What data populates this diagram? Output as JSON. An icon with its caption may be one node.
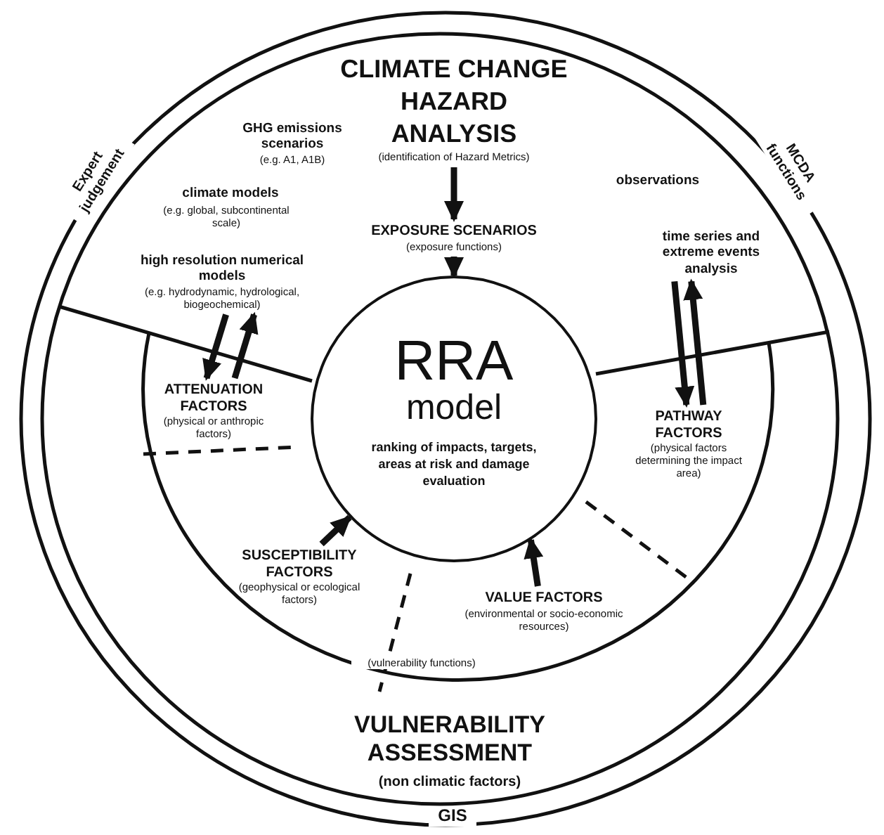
{
  "diagram": {
    "nodes": [
      {
        "text": [
          "CLIMATE CHANGE HAZARD ANALYSIS",
          "(identification of Hazard Metrics)"
        ]
      },
      {
        "text": [
          "EXPOSURE SCENARIOS",
          "(exposure functions)"
        ]
      },
      {
        "text": [
          "RRA",
          "model",
          "ranking of impacts, targets, areas at risk and damage evaluation"
        ]
      },
      {
        "text": [
          "high resolution numerical models",
          "(e.g. hydrodynamic, hydrological, biogeochemical)"
        ]
      },
      {
        "text": [
          "ATTENUATION FACTORS",
          "(physical or anthropic factors)"
        ]
      },
      {
        "text": [
          "time series and extreme events analysis"
        ]
      },
      {
        "text": [
          "PATHWAY FACTORS",
          "(physical factors determining the impact area)"
        ]
      },
      {
        "text": [
          "SUSCEPTIBILITY FACTORS",
          "(geophysical or ecological factors)"
        ]
      },
      {
        "text": [
          "VALUE FACTORS",
          "(environmental or socio-economic resources)"
        ]
      }
    ],
    "edges": [
      {
        "from": 0,
        "to": 1,
        "arrow": "to"
      },
      {
        "from": 1,
        "to": 2,
        "arrow": "to"
      },
      {
        "from": 3,
        "to": 4,
        "arrow": "to"
      },
      {
        "from": 4,
        "to": 3,
        "arrow": "to"
      },
      {
        "from": 5,
        "to": 6,
        "arrow": "to"
      },
      {
        "from": 6,
        "to": 5,
        "arrow": "to"
      },
      {
        "from": 7,
        "to": 2,
        "arrow": "to"
      },
      {
        "from": 8,
        "to": 2,
        "arrow": "to"
      }
    ],
    "labels": [
      "GHG emissions scenarios",
      "(e.g. A1, A1B)",
      "climate models",
      "(e.g. global, subcontinental scale)",
      "observations",
      "Expert judgement",
      "MCDA functions",
      "(vulnerability functions)",
      "VULNERABILITY ASSESSMENT",
      "(non climatic factors)",
      "GIS"
    ]
  }
}
